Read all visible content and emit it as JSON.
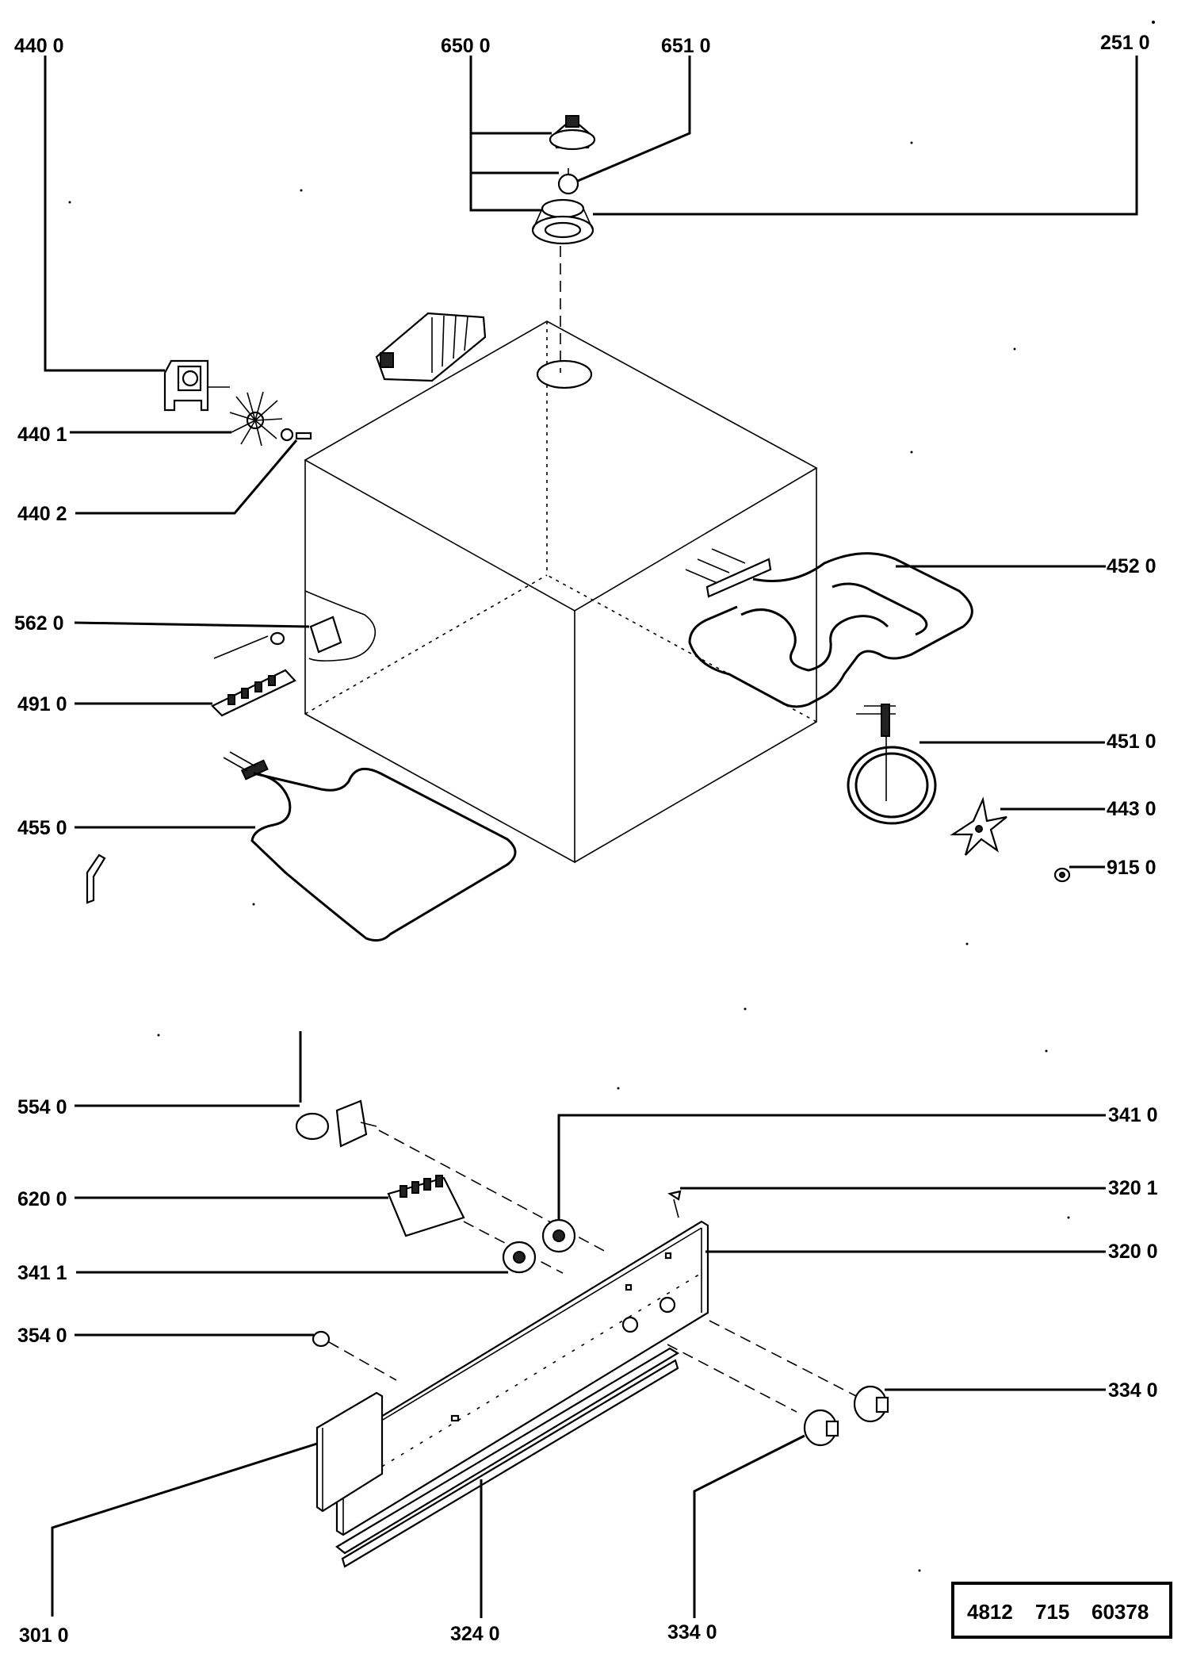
{
  "diagram": {
    "callouts": {
      "c_440_0": "440 0",
      "c_650_0": "650  0",
      "c_651_0": "651 0",
      "c_251_0": "251 0",
      "c_440_1": "440 1",
      "c_440_2": "440 2",
      "c_452_0": "452 0",
      "c_562_0": "562 0",
      "c_491_0": "491 0",
      "c_451_0": "451 0",
      "c_455_0": "455 0",
      "c_443_0": "443 0",
      "c_915_0": "915 0",
      "c_554_0": "554 0",
      "c_341_0": "341 0",
      "c_620_0": "620 0",
      "c_320_1": "320 1",
      "c_341_1": "341 1",
      "c_320_0": "320 0",
      "c_354_0": "354 0",
      "c_334_0_right": "334 0",
      "c_301_0": "301 0",
      "c_324_0": "324 0",
      "c_334_0_bottom": "334  0"
    },
    "part_number": {
      "a": "4812",
      "b": "715",
      "c": "60378"
    }
  }
}
